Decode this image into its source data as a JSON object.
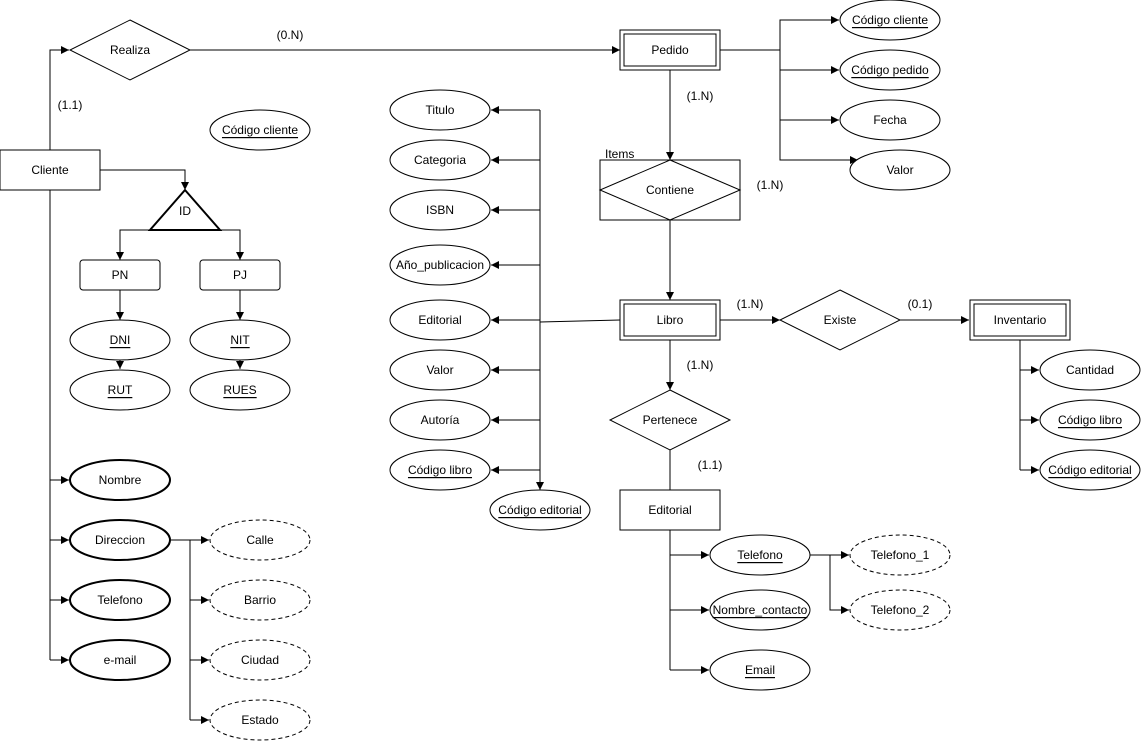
{
  "entities": {
    "cliente": "Cliente",
    "pedido": "Pedido",
    "libro": "Libro",
    "inventario": "Inventario",
    "editorial": "Editorial",
    "pn": "PN",
    "pj": "PJ"
  },
  "relationships": {
    "realiza": "Realiza",
    "contiene": "Contiene",
    "existe": "Existe",
    "pertenece": "Pertenece"
  },
  "subtype": {
    "id": "ID"
  },
  "labels": {
    "items": "Items"
  },
  "cardinalities": {
    "realiza_pedido": "(0.N)",
    "cliente_realiza": "(1.1)",
    "pedido_contiene": "(1.N)",
    "contiene_libro": "(1.N)",
    "libro_existe": "(1.N)",
    "existe_inventario": "(0.1)",
    "libro_pertenece": "(1.N)",
    "pertenece_editorial": "(1.1)"
  },
  "attributes": {
    "codigo_cliente_cliente": "Código cliente",
    "dni": "DNI",
    "rut": "RUT",
    "nit": "NIT",
    "rues": "RUES",
    "nombre": "Nombre",
    "direccion": "Direccion",
    "telefono": "Telefono",
    "email_cliente": "e-mail",
    "calle": "Calle",
    "barrio": "Barrio",
    "ciudad": "Ciudad",
    "estado": "Estado",
    "pedido_codigo_cliente": "Código cliente",
    "pedido_codigo_pedido": "Código pedido",
    "pedido_fecha": "Fecha",
    "pedido_valor": "Valor",
    "titulo": "Titulo",
    "categoria": "Categoria",
    "isbn": "ISBN",
    "anio_publicacion": "Año_publicacion",
    "libro_editorial": "Editorial",
    "libro_valor": "Valor",
    "autoria": "Autoría",
    "codigo_libro": "Código libro",
    "codigo_editorial": "Código editorial",
    "inv_cantidad": "Cantidad",
    "inv_codigo_libro": "Código libro",
    "inv_codigo_editorial": "Código editorial",
    "ed_telefono": "Telefono",
    "ed_nombre_contacto": "Nombre_contacto",
    "ed_email": "Email",
    "telefono_1": "Telefono_1",
    "telefono_2": "Telefono_2"
  },
  "colors": {
    "stroke": "#000000",
    "fill": "#ffffff"
  }
}
